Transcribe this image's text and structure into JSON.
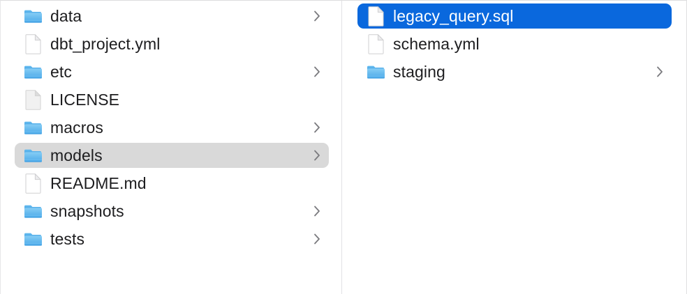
{
  "window": {
    "view_mode": "column-view",
    "accent_color": "#0a68dd",
    "selection_gray": "#d9d9d9",
    "text_color": "#1d1d1f",
    "divider_color": "#e2e2e4"
  },
  "columns": [
    {
      "name": "project-root-column",
      "items": [
        {
          "label": "data",
          "kind": "folder",
          "has_chevron": true,
          "selected": "none"
        },
        {
          "label": "dbt_project.yml",
          "kind": "file",
          "has_chevron": false,
          "selected": "none"
        },
        {
          "label": "etc",
          "kind": "folder",
          "has_chevron": true,
          "selected": "none"
        },
        {
          "label": "LICENSE",
          "kind": "file-plain",
          "has_chevron": false,
          "selected": "none"
        },
        {
          "label": "macros",
          "kind": "folder",
          "has_chevron": true,
          "selected": "none"
        },
        {
          "label": "models",
          "kind": "folder",
          "has_chevron": true,
          "selected": "gray"
        },
        {
          "label": "README.md",
          "kind": "file",
          "has_chevron": false,
          "selected": "none"
        },
        {
          "label": "snapshots",
          "kind": "folder",
          "has_chevron": true,
          "selected": "none"
        },
        {
          "label": "tests",
          "kind": "folder",
          "has_chevron": true,
          "selected": "none"
        }
      ]
    },
    {
      "name": "models-column",
      "items": [
        {
          "label": "legacy_query.sql",
          "kind": "file",
          "has_chevron": false,
          "selected": "blue"
        },
        {
          "label": "schema.yml",
          "kind": "file",
          "has_chevron": false,
          "selected": "none"
        },
        {
          "label": "staging",
          "kind": "folder",
          "has_chevron": true,
          "selected": "none"
        }
      ]
    }
  ],
  "icons": {
    "folder": "folder-icon",
    "file": "file-icon",
    "file-plain": "file-plain-icon",
    "chevron": "chevron-right-icon"
  }
}
